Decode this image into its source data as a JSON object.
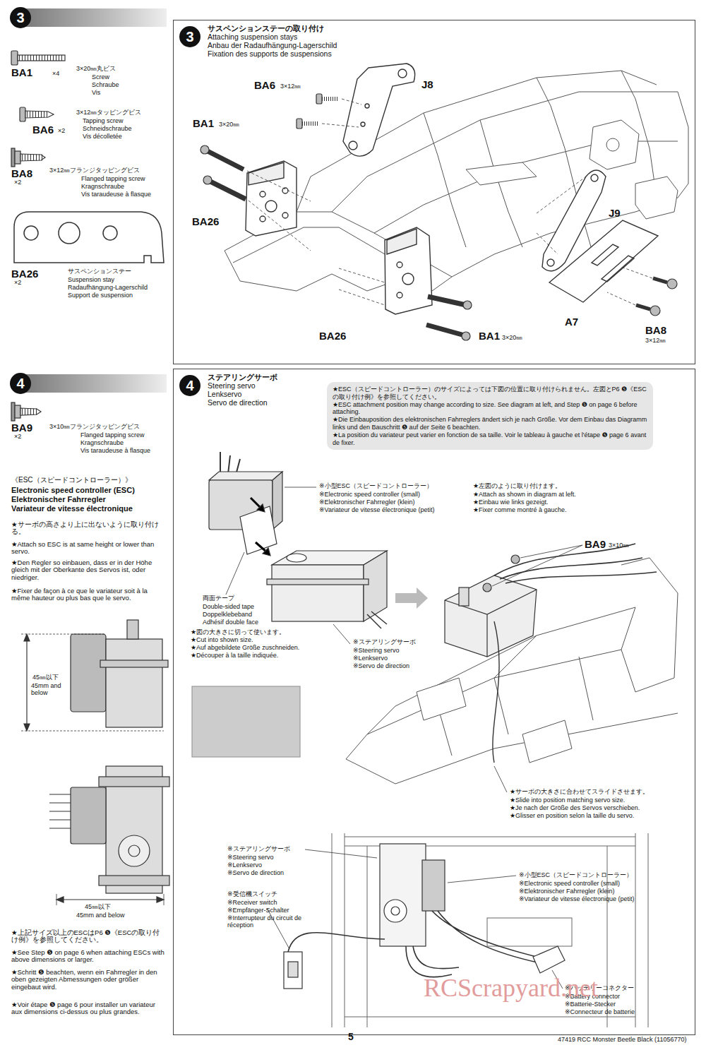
{
  "diagram": {
    "nodes": [
      {
        "text": [
          "3"
        ]
      },
      {
        "text": [
          "3",
          "サスペンションステーの取り付け",
          "Attaching suspension stays",
          "Anbau der Radaufhängung-Lagerschild",
          "Fixation des supports de suspensions"
        ]
      },
      {
        "text": [
          "4"
        ]
      },
      {
        "text": [
          "4",
          "ステアリングサーボ",
          "Steering servo",
          "Lenkservo",
          "Servo de direction"
        ]
      },
      {
        "text": [
          "★ESC（スピードコントローラー）のサイズによっては下図の位置に取り付けられません。左図とP6 ❺《ESCの取り付け例》を参照してください。",
          "★ESC attachment position may change according to size. See diagram at left, and Step ❺ on page 6 before attaching.",
          "★Die Einbauposition des elektronischen Fahrreglers ändert sich je nach Größe. Vor dem Einbau das Diagramm links und den Bauschritt ❺ auf der Seite 6 beachten.",
          "★La position du variateur peut varier en fonction de sa taille. Voir le tableau à gauche et l'étape ❺ page 6 avant de fixer."
        ],
        "in": 3
      }
    ],
    "labels": [
      "BA1",
      "×4",
      "3×20㎜丸ビス",
      "Screw",
      "Schraube",
      "Vis",
      "BA6",
      "×2",
      "3×12㎜タッピングビス",
      "Tapping screw",
      "Schneidschraube",
      "Vis décolletée",
      "BA8",
      "×2",
      "3×12㎜フランジタッピングビス",
      "Flanged tapping screw",
      "Kragnschraube",
      "Vis taraudeuse à flasque",
      "BA26",
      "×2",
      "サスペンションステー",
      "Suspension stay",
      "Radaufhängung-Lagerschild",
      "Support de suspension",
      "BA6",
      "3×12㎜",
      "J8",
      "BA1",
      "3×20㎜",
      "BA26",
      "J9",
      "A7",
      "BA8",
      "3×12㎜",
      "BA26",
      "BA1",
      "3×20㎜",
      "BA9",
      "×2",
      "3×10㎜フランジタッピングビス",
      "Flanged tapping screw",
      "Kragnschraube",
      "Vis taraudeuse à flasque",
      "《ESC（スピードコントローラー）》",
      "Electronic speed controller (ESC)",
      "Elektronischer Fahrregler",
      "Variateur de vitesse électronique",
      "★サーボの高さより上に出ないように取り付ける。",
      "★Attach so ESC is at same height or lower than servo.",
      "★Den Regler so einbauen, dass er in der Höhe gleich mit der Oberkante des Servos ist, oder niedriger.",
      "★Fixer de façon à ce que le variateur soit à la même hauteur ou plus bas que le servo.",
      "45㎜以下",
      "45mm and below",
      "45㎜以下",
      "45mm and below",
      "★上記サイズ以上のESCはP6 ❺《ESCの取り付け例》を参照してください。",
      "★See Step ❺ on page 6 when attaching ESCs with above dimensions or larger.",
      "★Schritt ❺ beachten, wenn ein Fahrregler in den oben gezeigten Abmessungen oder größer eingebaut wird.",
      "★Voir étape ❺ page 6 pour installer un variateur aux dimensions ci-dessus ou plus grandes.",
      "※小型ESC（スピードコントローラー）",
      "※Electronic speed controller (small)",
      "※Elektronischer Fahrregler (klein)",
      "※Variateur de vitesse électronique (petit)",
      "★左図のように取り付けます。",
      "★Attach as shown in diagram at left.",
      "★Einbau wie links gezeigt.",
      "★Fixer comme montré à gauche.",
      "BA9",
      "3×10㎜",
      "両面テープ",
      "Double-sided tape",
      "Doppelklebeband",
      "Adhésif double face",
      "★図の大きさに切って使います。",
      "★Cut into shown size.",
      "★Auf abgebildete Größe zuschneiden.",
      "★Découper à la taille indiquée.",
      "※ステアリングサーボ",
      "※Steering servo",
      "※Lenkservo",
      "※Servo de direction",
      "★サーボの大きさに合わせてスライドさせます。",
      "★Slide into position matching servo size.",
      "★Je nach der Größe des Servos verschieben.",
      "★Glisser en position selon la taille du servo.",
      "※ステアリングサーボ",
      "※Steering servo",
      "※Lenkservo",
      "※Servo de direction",
      "※小型ESC（スピードコントローラー）",
      "※Electronic speed controller (small)",
      "※Elektronischer Fahrregler (klein)",
      "※Variateur de vitesse électronique (petit)",
      "※受信機スイッチ",
      "※Receiver switch",
      "※Empfänger-Schalter",
      "※Interrupteur du circuit de réception",
      "※バッテリーコネクター",
      "※Battery connector",
      "※Batterie-Stecker",
      "※Connecteur de batterie",
      "RCScrapyard.net",
      "5",
      "47419 RCC Monster Beetle Black (11056770)"
    ]
  }
}
